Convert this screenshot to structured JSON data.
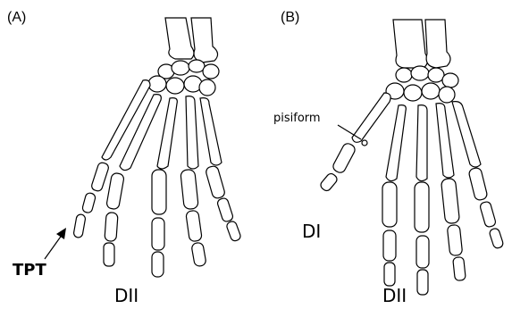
{
  "panels": [
    {
      "label": "(A)",
      "digit_label": "DII",
      "annotation": "TPT"
    },
    {
      "label": "(B)",
      "digit_label_primary": "DI",
      "digit_label_secondary": "DII",
      "annotation": "pisiform"
    }
  ],
  "colors": {
    "stroke": "#000000",
    "background": "#ffffff"
  }
}
